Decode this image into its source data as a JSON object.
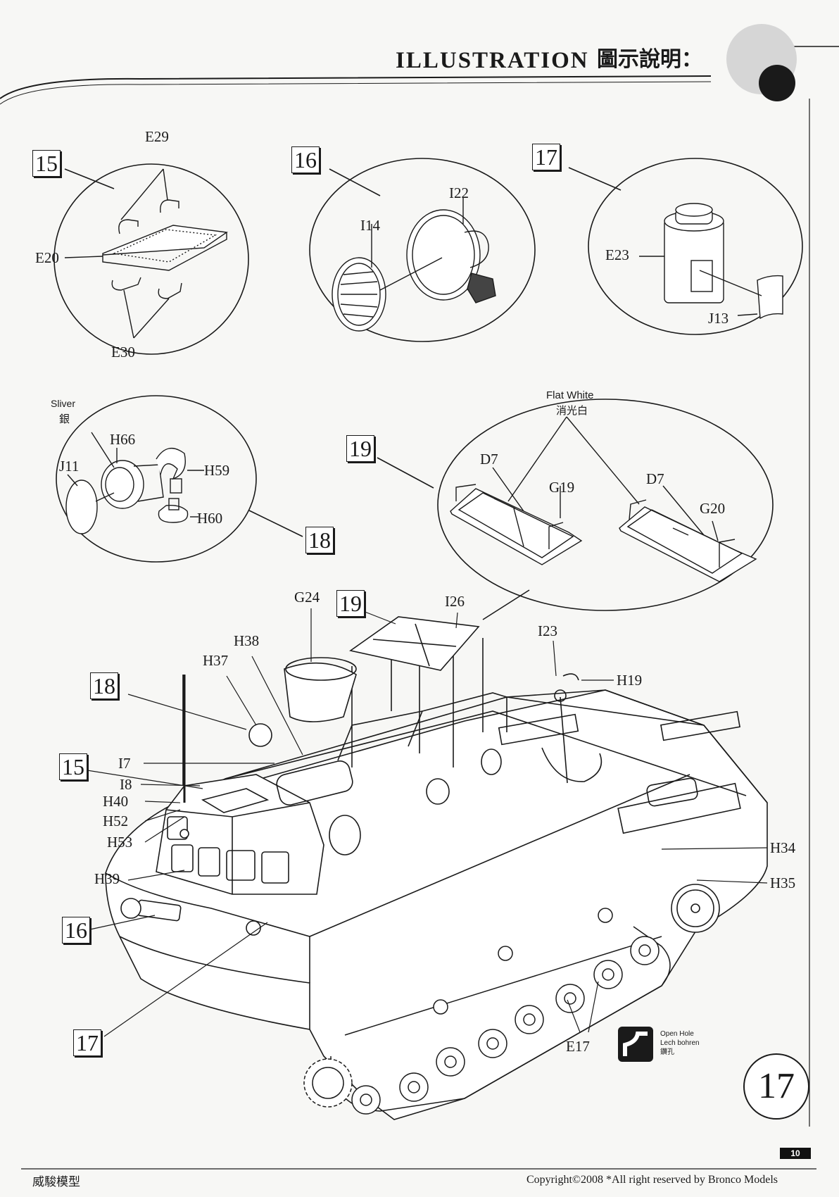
{
  "header": {
    "title": "ILLUSTRATION",
    "title_cn": "圖示說明："
  },
  "steps": {
    "s15": "15",
    "s16": "16",
    "s17": "17",
    "s18": "18",
    "s19": "19",
    "s19b": "19",
    "s18b": "18",
    "s15b": "15",
    "s16b": "16",
    "s17b": "17"
  },
  "parts": {
    "E29": "E29",
    "E20": "E20",
    "E30": "E30",
    "I22": "I22",
    "I14": "I14",
    "E23": "E23",
    "J13": "J13",
    "H66": "H66",
    "J11": "J11",
    "H59": "H59",
    "H60": "H60",
    "D7a": "D7",
    "G19": "G19",
    "D7b": "D7",
    "G20": "G20",
    "G24": "G24",
    "I26": "I26",
    "I23": "I23",
    "H19": "H19",
    "H38": "H38",
    "H37": "H37",
    "I7": "I7",
    "I8": "I8",
    "H40": "H40",
    "H52": "H52",
    "H53": "H53",
    "H39": "H39",
    "H34": "H34",
    "H35": "H35",
    "E17": "E17"
  },
  "paint": {
    "sliver_en": "Sliver",
    "sliver_cn": "銀",
    "flat_white_en": "Flat White",
    "flat_white_cn": "消光白"
  },
  "legend": {
    "open_hole_en": "Open Hole",
    "open_hole_de": "Lech bohren",
    "open_hole_cn": "鑽孔"
  },
  "footer": {
    "brand_cn": "威駿模型",
    "copyright": "Copyright©2008  *All right reserved by Bronco Models",
    "page_number": "10",
    "step_number": "17"
  }
}
